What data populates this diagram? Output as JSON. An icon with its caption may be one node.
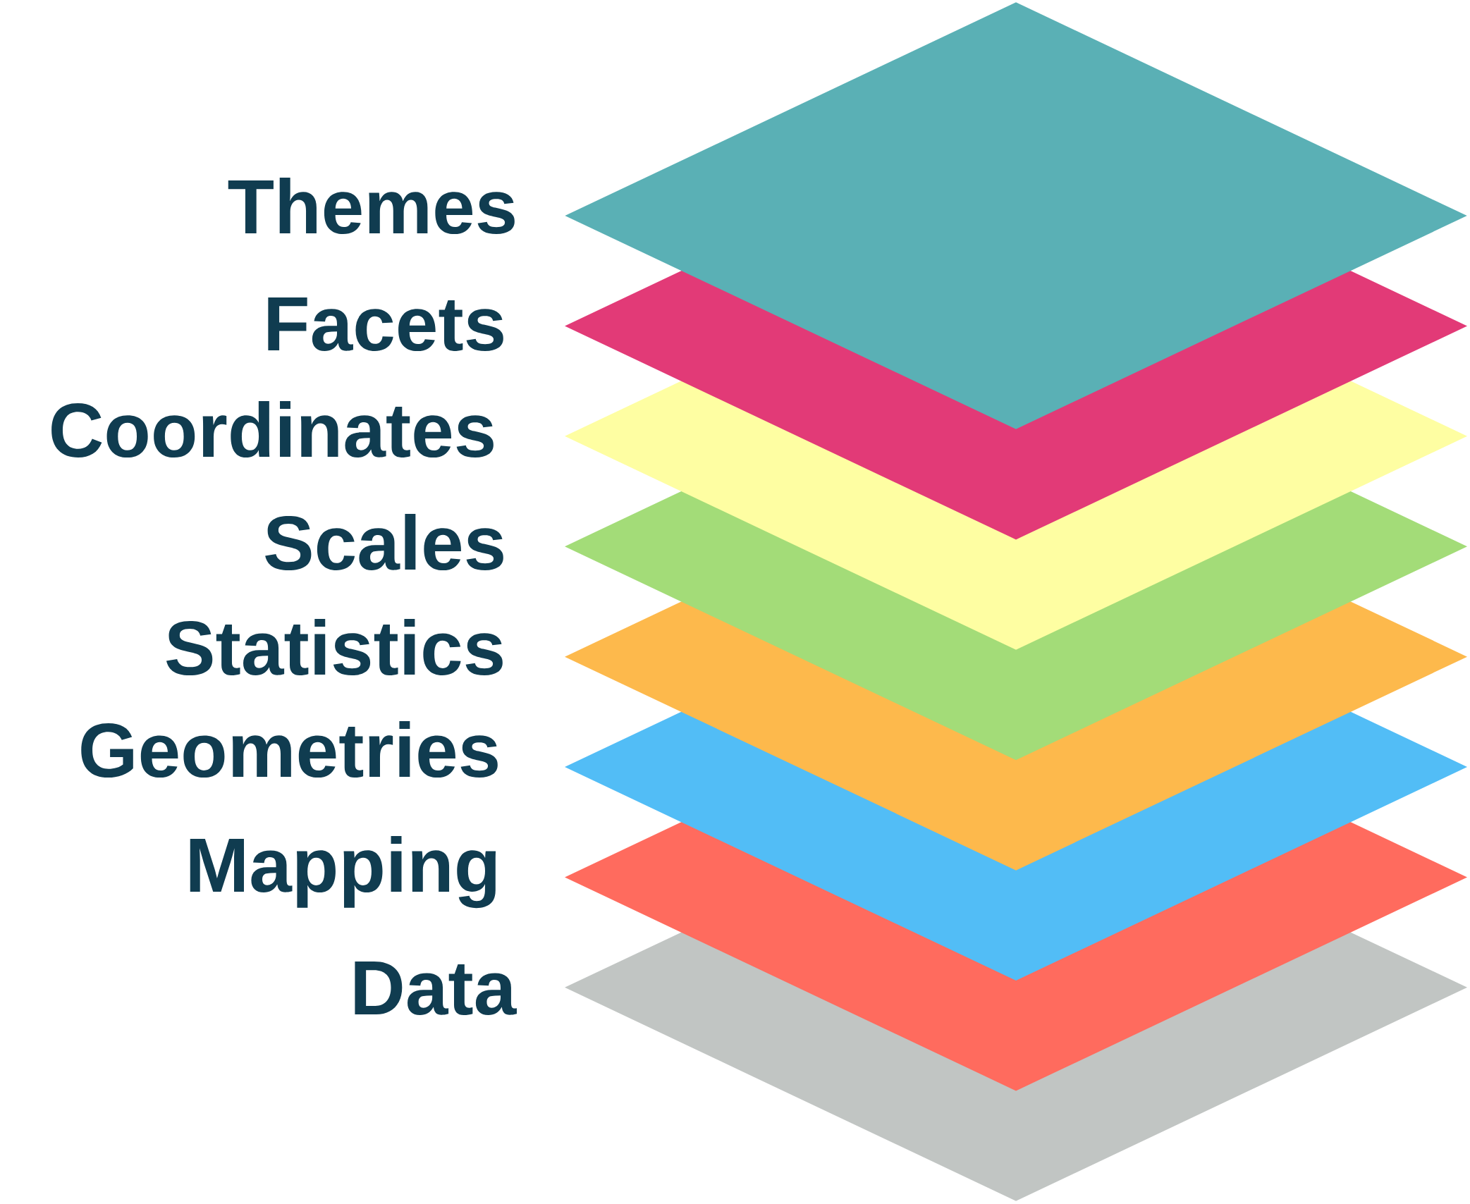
{
  "diagram": {
    "nodes": [
      {
        "text": [],
        "shape": "diamond",
        "beside": [
          "Themes"
        ]
      },
      {
        "text": [],
        "shape": "diamond",
        "beside": [
          "Facets"
        ]
      },
      {
        "text": [],
        "shape": "diamond",
        "beside": [
          "Coordinates"
        ]
      },
      {
        "text": [],
        "shape": "diamond",
        "beside": [
          "Scales"
        ]
      },
      {
        "text": [],
        "shape": "diamond",
        "beside": [
          "Statistics"
        ]
      },
      {
        "text": [],
        "shape": "diamond",
        "beside": [
          "Geometries"
        ]
      },
      {
        "text": [],
        "shape": "diamond",
        "beside": [
          "Mapping"
        ]
      },
      {
        "text": [],
        "shape": "diamond",
        "beside": [
          "Data"
        ]
      }
    ]
  }
}
